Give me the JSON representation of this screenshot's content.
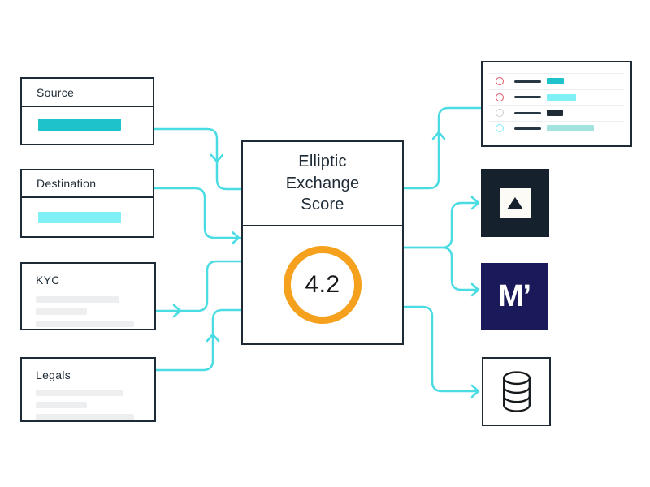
{
  "inputs": [
    {
      "label": "Source",
      "bar_color": "#1EC2CB"
    },
    {
      "label": "Destination",
      "bar_color": "#7EF0F6"
    },
    {
      "label": "KYC",
      "skeleton_lines": 3
    },
    {
      "label": "Legals",
      "skeleton_lines": 3
    }
  ],
  "center": {
    "title": "Elliptic\nExchange\nScore",
    "score": "4.2",
    "ring_color": "#F5A11E"
  },
  "outputs": {
    "report_card": {
      "rows": [
        {
          "circle_color": "#E25A6B",
          "dash_color": "#273744",
          "bar_color": "#1EC2CB"
        },
        {
          "circle_color": "#E25A6B",
          "dash_color": "#273744",
          "bar_color": "#7EF0F6"
        },
        {
          "circle_color": "#C8CDD0",
          "dash_color": "#273744",
          "bar_color": "#1E2B36"
        },
        {
          "circle_color": "#7FEEF3",
          "dash_color": "#273744",
          "bar_color": "#A3E3DD"
        }
      ]
    },
    "exchange_logo": {
      "icon": "triangle-up-icon",
      "bg_color": "#16212E"
    },
    "moodys_logo": {
      "label": "M’",
      "bg_color": "#1A1A5A"
    },
    "database": {
      "icon": "database-icon"
    }
  },
  "colors": {
    "connector": "#4ADCE3",
    "border": "#1E2B36",
    "skeleton": "#ECEEF0"
  }
}
